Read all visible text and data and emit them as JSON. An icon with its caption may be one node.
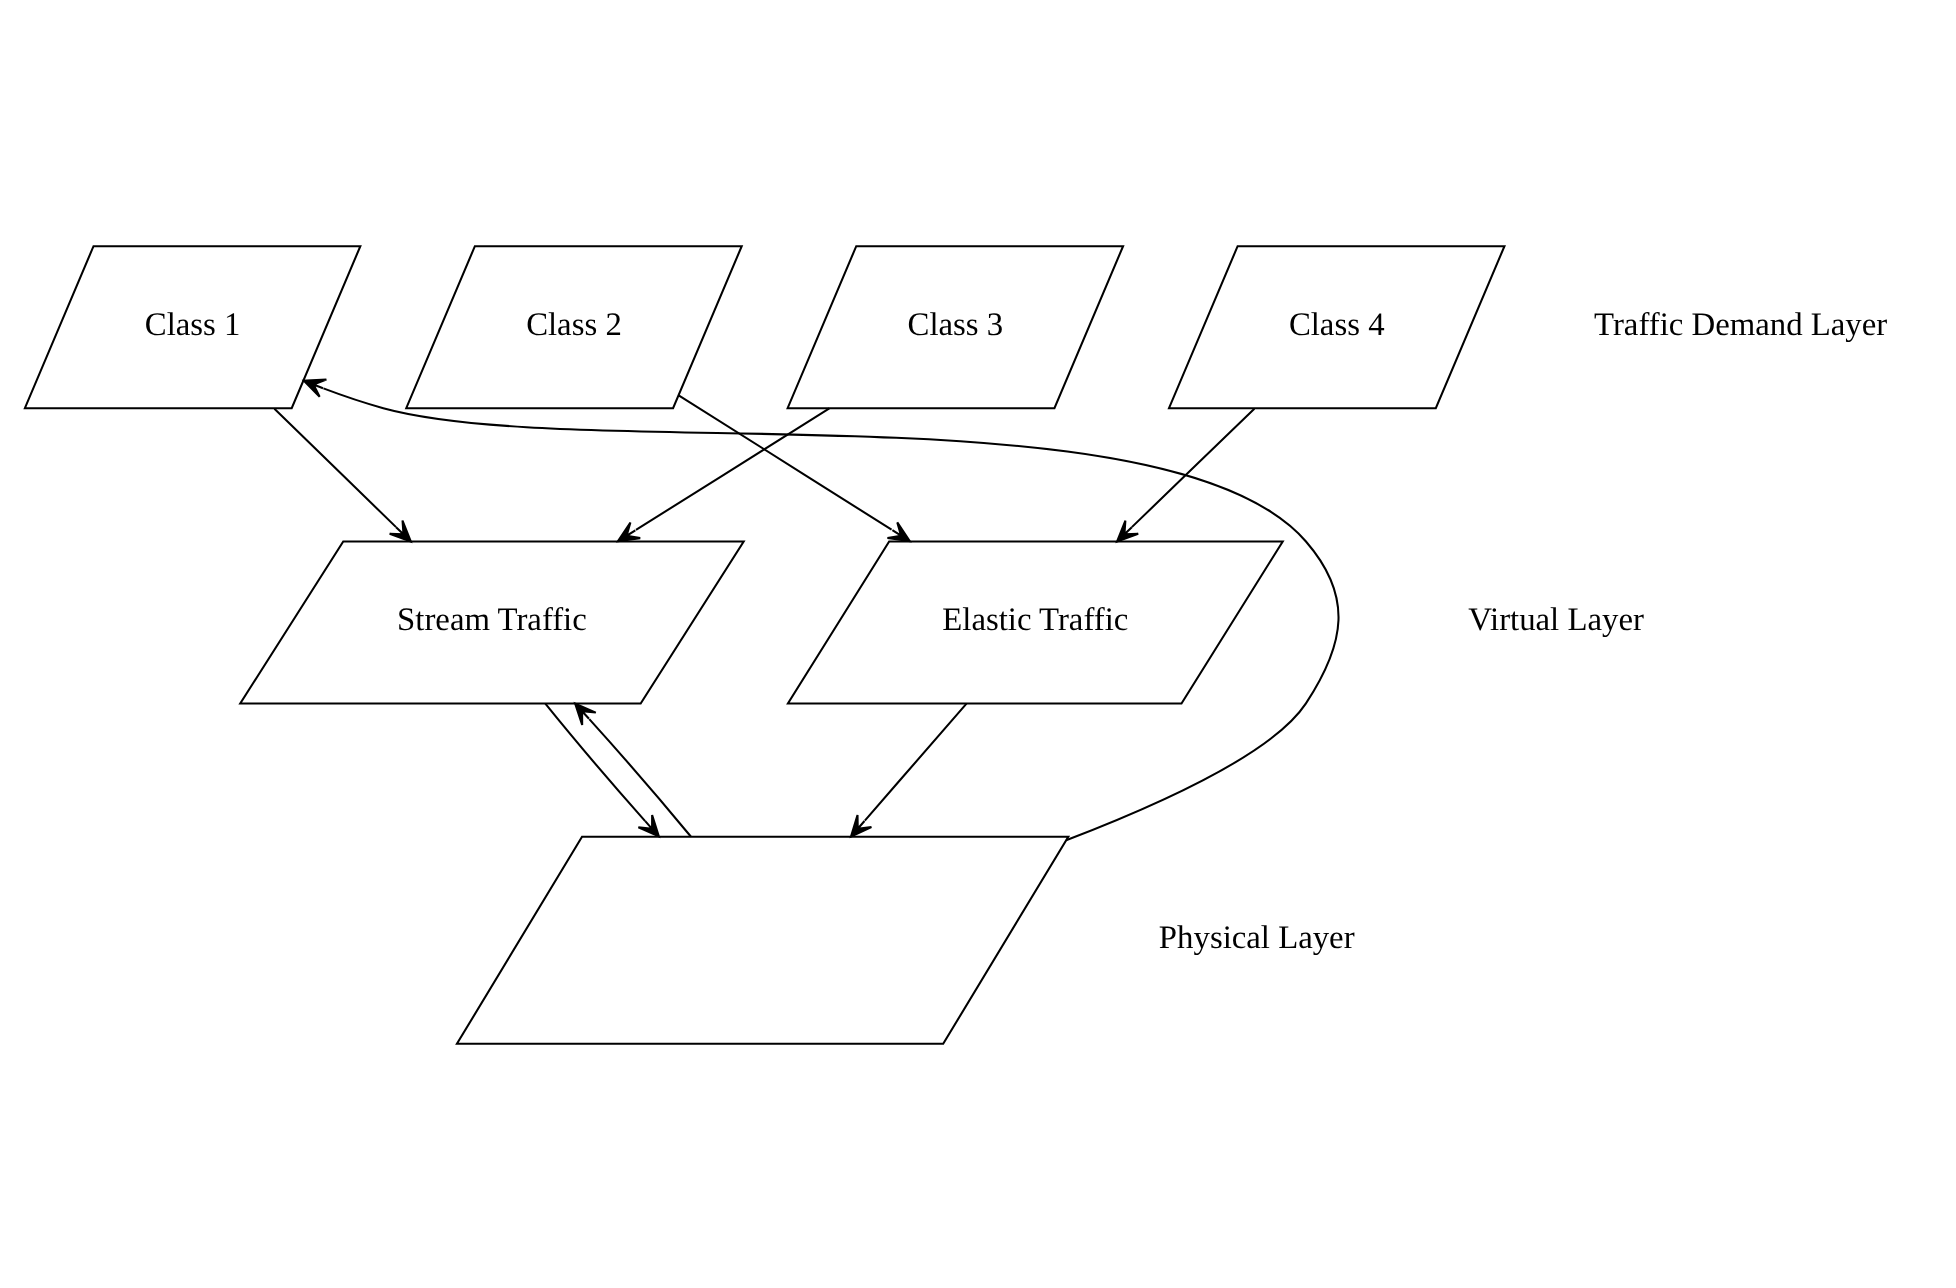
{
  "diagram": {
    "nodes": [
      {
        "text": [
          "Class 1"
        ]
      },
      {
        "text": [
          "Class 2"
        ]
      },
      {
        "text": [
          "Class 3"
        ]
      },
      {
        "text": [
          "Class 4"
        ]
      },
      {
        "text": [
          "Stream Traffic"
        ]
      },
      {
        "text": [
          "Elastic Traffic"
        ]
      },
      {
        "text": [],
        "shape": "parallelogram"
      }
    ],
    "edges": [
      {
        "from": 0,
        "to": 4,
        "arrow": "to"
      },
      {
        "from": 1,
        "to": 5,
        "arrow": "to"
      },
      {
        "from": 2,
        "to": 4,
        "arrow": "to"
      },
      {
        "from": 3,
        "to": 5,
        "arrow": "to"
      },
      {
        "from": 4,
        "to": 6,
        "arrow": "to"
      },
      {
        "from": 5,
        "to": 6,
        "arrow": "to"
      },
      {
        "from": 6,
        "to": 4,
        "arrow": "to"
      },
      {
        "from": 6,
        "to": 0,
        "arrow": "to"
      }
    ],
    "labels": [
      "Traffic Demand Layer",
      "Virtual Layer",
      "Physical Layer"
    ]
  }
}
